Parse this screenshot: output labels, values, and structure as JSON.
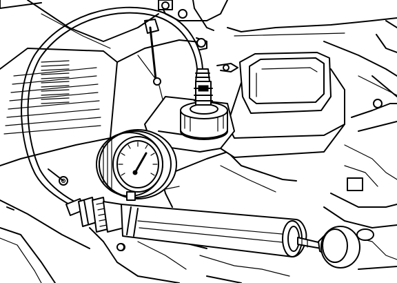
{
  "diagram": {
    "style": "black-and-white line drawing",
    "components": [
      "engine-bay",
      "reservoir-cap",
      "vacuum-hose",
      "pressure-gauge",
      "hand-pump",
      "reservoir"
    ]
  },
  "colors": {
    "ink": "#000000",
    "paper": "#ffffff"
  }
}
